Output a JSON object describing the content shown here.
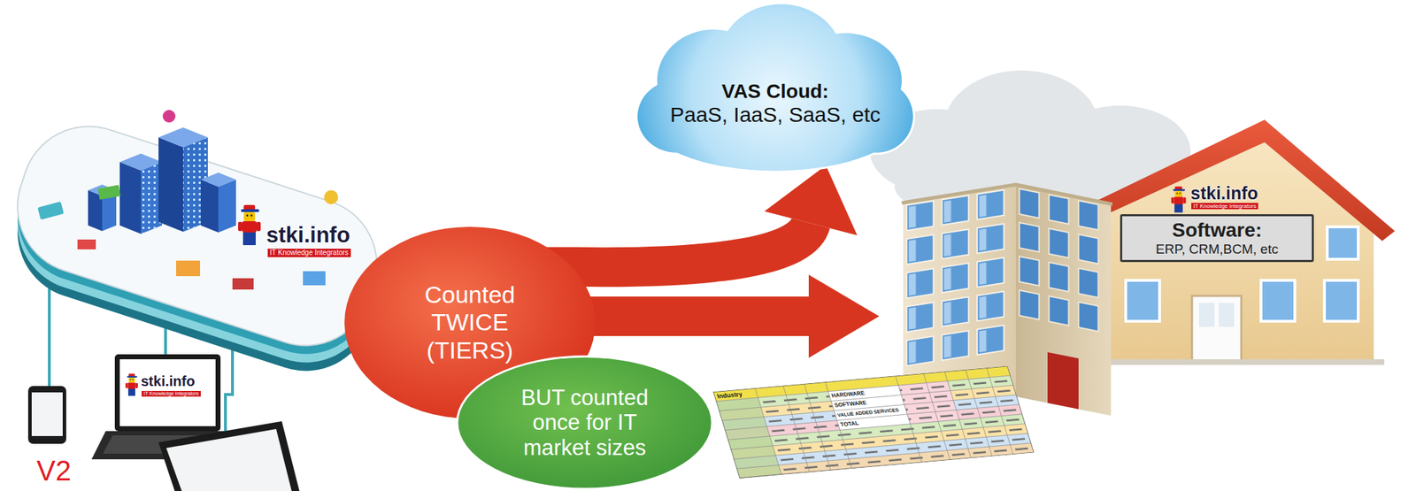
{
  "diagram": {
    "nodes": [
      {
        "text": [
          "Counted TWICE (TIERS)"
        ]
      },
      {
        "text": [
          "BUT counted once for IT market sizes"
        ]
      },
      {
        "text": [
          "VAS Cloud:",
          "PaaS, IaaS, SaaS, etc"
        ]
      },
      {
        "text": [
          "Software:",
          "ERP, CRM,BCM, etc"
        ]
      }
    ],
    "edges": [
      {
        "from": 0,
        "to": 2,
        "arrow": "to"
      }
    ],
    "labels": [
      "stki.info",
      "IT Knowledge Integrators",
      "stki.info",
      "IT Knowledge Integrators",
      "stki.info",
      "IT Knowledge Integrators",
      "Industry",
      "HARDWARE",
      "SOFTWARE",
      "VALUE ADDED SERVICES",
      "TOTAL",
      "V2"
    ]
  }
}
